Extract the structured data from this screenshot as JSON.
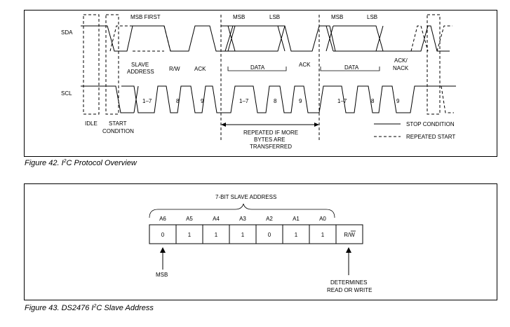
{
  "figure42": {
    "caption_prefix": "Figure 42. I",
    "caption_sup": "2",
    "caption_suffix": "C Protocol Overview",
    "signal_sda": "SDA",
    "signal_scl": "SCL",
    "msb_first": "MSB FIRST",
    "msb_1": "MSB",
    "lsb_1": "LSB",
    "msb_2": "MSB",
    "lsb_2": "LSB",
    "slave_line1": "SLAVE",
    "slave_line2": "ADDRESS",
    "rw": "R/W",
    "ack_1": "ACK",
    "data_1": "DATA",
    "ack_2": "ACK",
    "data_2": "DATA",
    "acknack_line1": "ACK/",
    "acknack_line2": "NACK",
    "pulse_17_a": "1–7",
    "pulse_8_a": "8",
    "pulse_9_a": "9",
    "pulse_17_b": "1–7",
    "pulse_8_b": "8",
    "pulse_9_b": "9",
    "pulse_17_c": "1–7",
    "pulse_8_c": "8",
    "pulse_9_c": "9",
    "idle": "IDLE",
    "start_line1": "START",
    "start_line2": "CONDITION",
    "repeated_line1": "REPEATED IF MORE",
    "repeated_line2": "BYTES ARE",
    "repeated_line3": "TRANSFERRED",
    "legend_stop": "STOP CONDITION",
    "legend_repeated": "REPEATED START"
  },
  "figure43": {
    "caption_prefix": "Figure 43. DS2476 I",
    "caption_sup": "2",
    "caption_suffix": "C Slave Address",
    "brace_label": "7-BIT SLAVE ADDRESS",
    "bits": [
      {
        "name": "A6",
        "value": "0"
      },
      {
        "name": "A5",
        "value": "1"
      },
      {
        "name": "A4",
        "value": "1"
      },
      {
        "name": "A3",
        "value": "1"
      },
      {
        "name": "A2",
        "value": "0"
      },
      {
        "name": "A1",
        "value": "1"
      },
      {
        "name": "A0",
        "value": "1"
      }
    ],
    "rw_cell": "R/W",
    "msb_label": "MSB",
    "determines_line1": "DETERMINES",
    "determines_line2": "READ OR WRITE"
  }
}
